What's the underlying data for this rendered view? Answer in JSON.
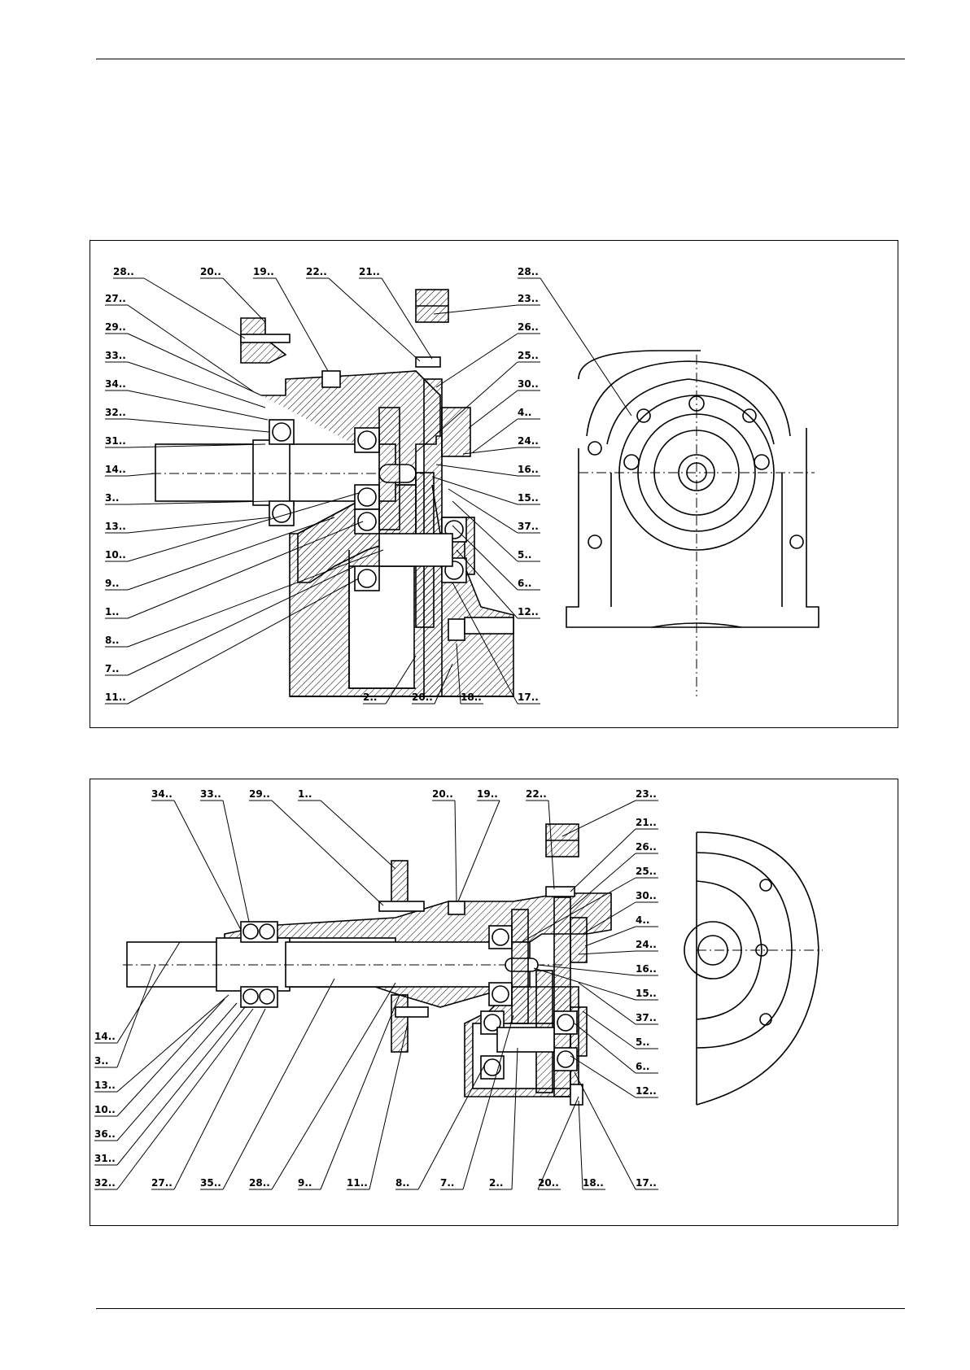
{
  "figure1": {
    "callouts_top": [
      "28..",
      "20..",
      "19..",
      "22..",
      "21..",
      "28.."
    ],
    "callouts_left": [
      "27..",
      "29..",
      "33..",
      "34..",
      "32..",
      "31..",
      "14..",
      "3..",
      "13..",
      "10..",
      "9..",
      "1..",
      "8..",
      "7..",
      "11.."
    ],
    "callouts_right": [
      "23..",
      "26..",
      "25..",
      "30..",
      "4..",
      "24..",
      "16..",
      "15..",
      "37..",
      "5..",
      "6..",
      "12.."
    ],
    "callouts_bottom": [
      "2..",
      "20..",
      "18..",
      "17.."
    ]
  },
  "figure2": {
    "callouts_top": [
      "34..",
      "33..",
      "29..",
      "1..",
      "20..",
      "19..",
      "22..",
      "23.."
    ],
    "callouts_left": [
      "14..",
      "3..",
      "13..",
      "10..",
      "36..",
      "31..",
      "32.."
    ],
    "callouts_right": [
      "21..",
      "26..",
      "25..",
      "30..",
      "4..",
      "24..",
      "16..",
      "15..",
      "37..",
      "5..",
      "6..",
      "12.."
    ],
    "callouts_bottom": [
      "27..",
      "35..",
      "28..",
      "9..",
      "11..",
      "8..",
      "7..",
      "2..",
      "20..",
      "18..",
      "17.."
    ]
  }
}
